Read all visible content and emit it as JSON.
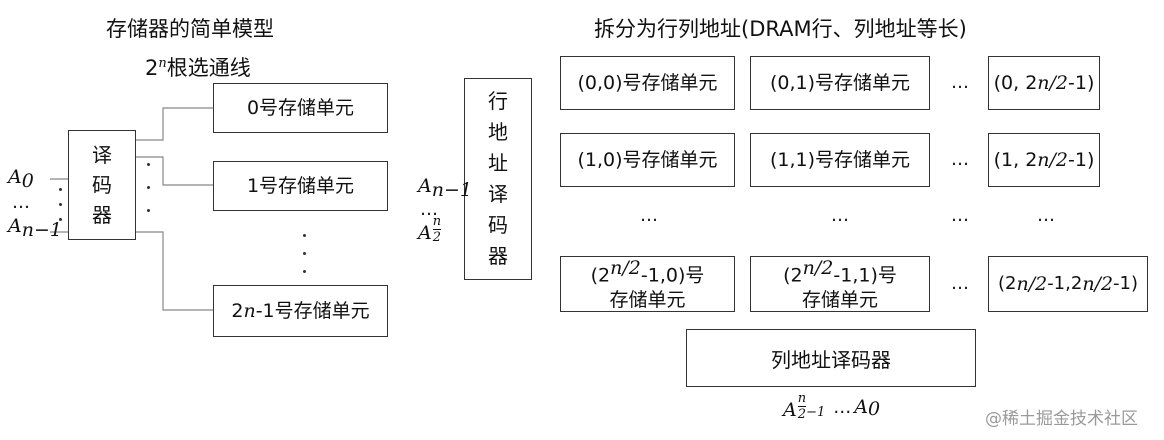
{
  "left": {
    "title": "存储器的简单模型",
    "subtitle_base": "2",
    "subtitle_exp": "n",
    "subtitle_text": "根选通线",
    "decoder": [
      "译",
      "码",
      "器"
    ],
    "input_top_var": "A",
    "input_top_sub": "0",
    "input_dots": "…",
    "input_bottom_var": "A",
    "input_bottom_sub": "n−1",
    "cells": [
      "0号存储单元",
      "1号存储单元"
    ],
    "last_cell_base": "2",
    "last_cell_exp": "n",
    "last_cell_text": "-1号存储单元"
  },
  "right": {
    "title": "拆分为行列地址(DRAM行、列地址等长)",
    "row_decoder": [
      "行",
      "地",
      "址",
      "译",
      "码",
      "器"
    ],
    "row_in_top_var": "A",
    "row_in_top_sub": "n−1",
    "row_in_dots": "…",
    "row_in_bottom_var": "A",
    "row_in_frac_num": "n",
    "row_in_frac_den": "2",
    "cell_00": "(0,0)号存储单元",
    "cell_01": "(0,1)号存储单元",
    "cell_10": "(1,0)号存储单元",
    "cell_11": "(1,1)号存储单元",
    "cell_0n_pre": "(0, 2",
    "cell_1n_pre": "(1, 2",
    "exp_half": "n/2",
    "cell_n_post": "-1)",
    "cell_last0_pre": "(2",
    "cell_last0_post": "-1,0)号",
    "cell_last1_pre": "(2",
    "cell_last1_post": "-1,1)号",
    "cell_last_line2": "存储单元",
    "cell_lastn_pre": "(2",
    "cell_lastn_mid": "-1,2",
    "cell_lastn_post": "-1)",
    "ellipsis": "…",
    "col_decoder": "列地址译码器",
    "col_in_var": "A",
    "col_in_frac_num": "n",
    "col_in_frac_den": "2",
    "col_in_sub_tail": "−1",
    "col_in_dots": "…",
    "col_in_end_var": "A",
    "col_in_end_sub": "0"
  },
  "watermark": "@稀土掘金技术社区"
}
